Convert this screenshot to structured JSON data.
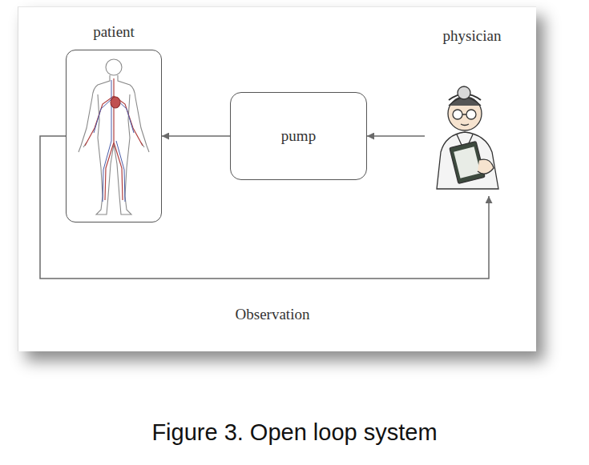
{
  "diagram": {
    "caption": "Figure 3. Open loop system",
    "nodes": [
      {
        "text": [
          "patient"
        ]
      },
      {
        "text": [
          "pump"
        ]
      },
      {
        "text": [
          "physician"
        ]
      }
    ],
    "edges": [
      {
        "from": 2,
        "to": 1,
        "arrow": "to"
      },
      {
        "from": 1,
        "to": 0,
        "arrow": "to"
      },
      {
        "from": 0,
        "to": 2,
        "label": "Observation",
        "arrow": "to"
      }
    ]
  }
}
